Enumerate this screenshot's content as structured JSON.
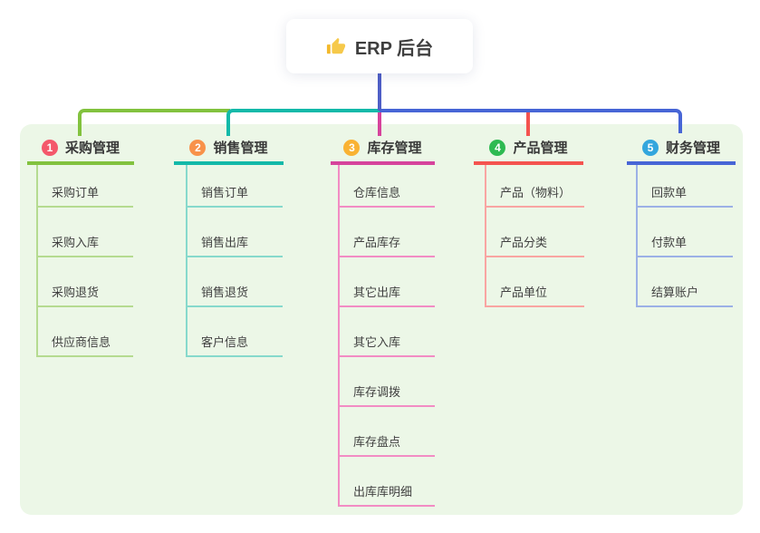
{
  "root": {
    "label": "ERP 后台",
    "icon": "thumbs-up-icon"
  },
  "branches": [
    {
      "number": "1",
      "label": "采购管理",
      "badge_color": "#f4586b",
      "line_color": "#82c23e",
      "child_line_color": "#b5db90",
      "children": [
        "采购订单",
        "采购入库",
        "采购退货",
        "供应商信息"
      ]
    },
    {
      "number": "2",
      "label": "销售管理",
      "badge_color": "#f8924a",
      "line_color": "#13b9a9",
      "child_line_color": "#86d9cc",
      "children": [
        "销售订单",
        "销售出库",
        "销售退货",
        "客户信息"
      ]
    },
    {
      "number": "3",
      "label": "库存管理",
      "badge_color": "#f9b233",
      "line_color": "#d6439c",
      "child_line_color": "#f28cc4",
      "children": [
        "仓库信息",
        "产品库存",
        "其它出库",
        "其它入库",
        "库存调拨",
        "库存盘点",
        "出库库明细"
      ]
    },
    {
      "number": "4",
      "label": "产品管理",
      "badge_color": "#2eba52",
      "line_color": "#f4534f",
      "child_line_color": "#f9a5a2",
      "children": [
        "产品（物料）",
        "产品分类",
        "产品单位"
      ]
    },
    {
      "number": "5",
      "label": "财务管理",
      "badge_color": "#33a6dd",
      "line_color": "#4765d6",
      "child_line_color": "#9cb1e6",
      "children": [
        "回款单",
        "付款单",
        "结算账户"
      ]
    }
  ],
  "colors": {
    "canvas_bg": "#ffffff",
    "panel_bg": "#ecf7e7",
    "root_edge": "#4e5ec6",
    "heading_text": "#383838",
    "child_text": "#414141",
    "thumb_icon": "#f3b92c"
  }
}
